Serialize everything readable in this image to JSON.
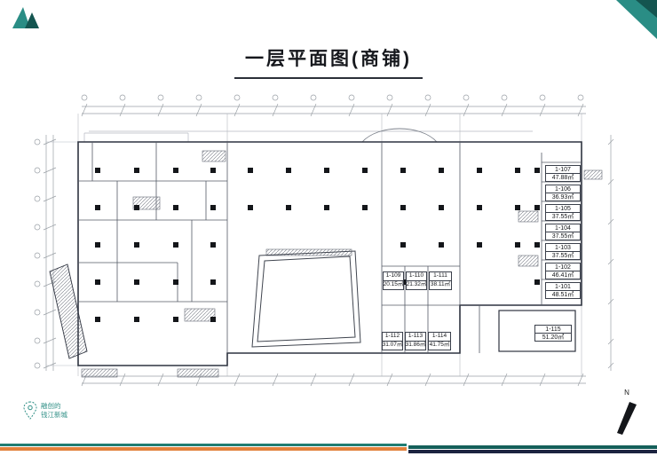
{
  "page": {
    "title": "一层平面图(商铺)"
  },
  "units": [
    {
      "id": "1-107",
      "area": "47.88㎡"
    },
    {
      "id": "1-106",
      "area": "36.93㎡"
    },
    {
      "id": "1-105",
      "area": "37.55㎡"
    },
    {
      "id": "1-104",
      "area": "37.55㎡"
    },
    {
      "id": "1-103",
      "area": "37.55㎡"
    },
    {
      "id": "1-102",
      "area": "46.41㎡"
    },
    {
      "id": "1-101",
      "area": "48.51㎡"
    },
    {
      "id": "1-115",
      "area": "51.20㎡"
    },
    {
      "id": "1-109",
      "area": "20.15㎡"
    },
    {
      "id": "1-110",
      "area": "21.32㎡"
    },
    {
      "id": "1-111",
      "area": "38.11㎡"
    },
    {
      "id": "1-112",
      "area": "31.07㎡"
    },
    {
      "id": "1-113",
      "area": "31.86㎡"
    },
    {
      "id": "1-114",
      "area": "41.75㎡"
    }
  ],
  "watermark": {
    "line1": "融创的",
    "line2": "钱江新城"
  },
  "compass": {
    "label": "N"
  },
  "colors": {
    "teal": "#2a8d85",
    "teal_dark": "#145550",
    "orange": "#e2813c",
    "navy": "#1c2340",
    "wall_line": "#2f3440",
    "dim_line": "#9aa0a6"
  }
}
